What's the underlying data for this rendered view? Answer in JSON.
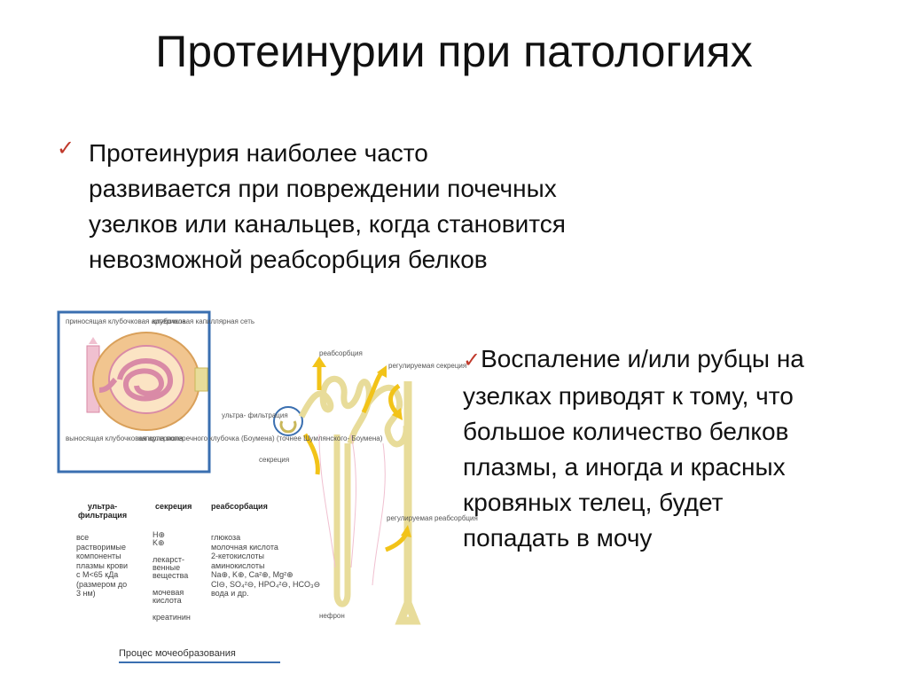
{
  "title": "Протеинурии при патологиях",
  "bullet1": {
    "lines": [
      "Протеинурия наиболее часто",
      "развивается при повреждении почечных",
      "узелков или канальцев, когда становится",
      "невозможной  реабсорбция белков"
    ]
  },
  "bullet2": {
    "lines": [
      "Воспаление и/или рубцы на",
      "узелках  приводят к тому, что",
      "большое количество белков",
      "плазмы, а иногда и красных",
      "кровяных телец, будет",
      "попадать в мочу"
    ]
  },
  "check_glyph": "✓",
  "diagram": {
    "labels": {
      "afferent": "приносящая\nклубочковая\nартериола",
      "capillary": "клубочковая\nкапиллярная\nсеть",
      "efferent": "выносящая\nклубочковая\nартериола",
      "capsule": "капсула поперечного\nклубочка (Боумена)\n(точнее Шумлянского-\nБоумена)",
      "reabsorption": "реабсорбция",
      "regulated_secretion_1": "регулируемая\nсекреция",
      "ultrafiltration": "ультра-\nфильтрация",
      "secretion": "секреция",
      "regulated_secretion_2": "регулируемая\nреабсорбция",
      "nephron": "нефрон"
    },
    "table": {
      "headers": [
        "ультра-\nфильтрация",
        "секреция",
        "реабсорбация"
      ],
      "col1": "все\nрастворимые\nкомпоненты\nплазмы крови\nс М<65 кДа\n(размером до\n3 нм)",
      "col2": "H⊕\nK⊕\n\nлекарст-\nвенные\nвещества\n\nмочевая\nкислота\n\nкреатинин",
      "col3": "глюкоза\nмолочная кислота\n2-кетокислоты\nаминокислоты\nNa⊕, K⊕, Ca²⊕, Mg²⊕\nCl⊖, SO₄²⊖, HPO₄²⊖, HCO₃⊖\nвода и др."
    },
    "caption": "Процес мочеобразования"
  },
  "colors": {
    "check": "#c0392b",
    "inset_border": "#3a6fb0",
    "capsule_fill": "#f1c58f",
    "glomerulus": "#d98aa6",
    "tubule": "#e8dc9a",
    "arrow": "#f2c318"
  }
}
